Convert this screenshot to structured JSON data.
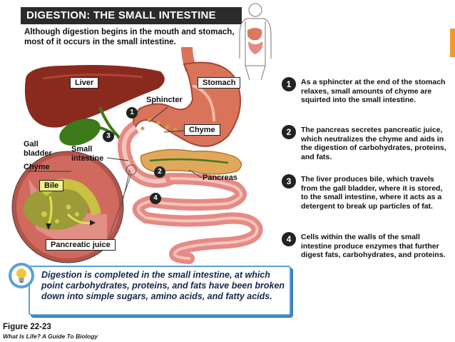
{
  "title": "DIGESTION: THE SMALL INTESTINE",
  "intro": "Although digestion begins in the mouth and stomach, most of it occurs in the small intestine.",
  "labels": {
    "liver": "Liver",
    "stomach": "Stomach",
    "sphincter": "Sphincter",
    "chyme": "Chyme",
    "chyme_left": "Chyme",
    "gall_bladder": "Gall\nbladder",
    "small_intestine": "Small\nintestine",
    "pancreas": "Pancreas",
    "bile": "Bile",
    "pancreatic_juice": "Pancreatic juice"
  },
  "steps": [
    {
      "num": "1",
      "text": "As a sphincter at the end of the stomach relaxes, small amounts of chyme are squirted into the small intestine."
    },
    {
      "num": "2",
      "text": "The pancreas secretes pancreatic juice, which neutralizes the chyme and aids in the digestion of carbohydrates, proteins, and fats."
    },
    {
      "num": "3",
      "text": "The liver produces bile, which travels from the gall bladder, where it is stored, to the small intestine, where it acts as a detergent to break up particles of fat."
    },
    {
      "num": "4",
      "text": "Cells within the walls of the small intestine produce enzymes that further digest fats, carbohydrates, and proteins."
    }
  ],
  "note": "Digestion is completed in the small intestine, at which point carbohydrates, proteins, and fats have been broken down into simple sugars, amino acids, and fatty acids.",
  "figure": "Figure 22-23",
  "source": "What Is Life? A Guide To Biology",
  "colors": {
    "liver": "#8a2a1f",
    "stomach": "#d9735a",
    "gall_bladder": "#3d7a1a",
    "pancreas": "#e0a85a",
    "intestine": "#e58a84",
    "note_border": "#5aa0d8"
  }
}
